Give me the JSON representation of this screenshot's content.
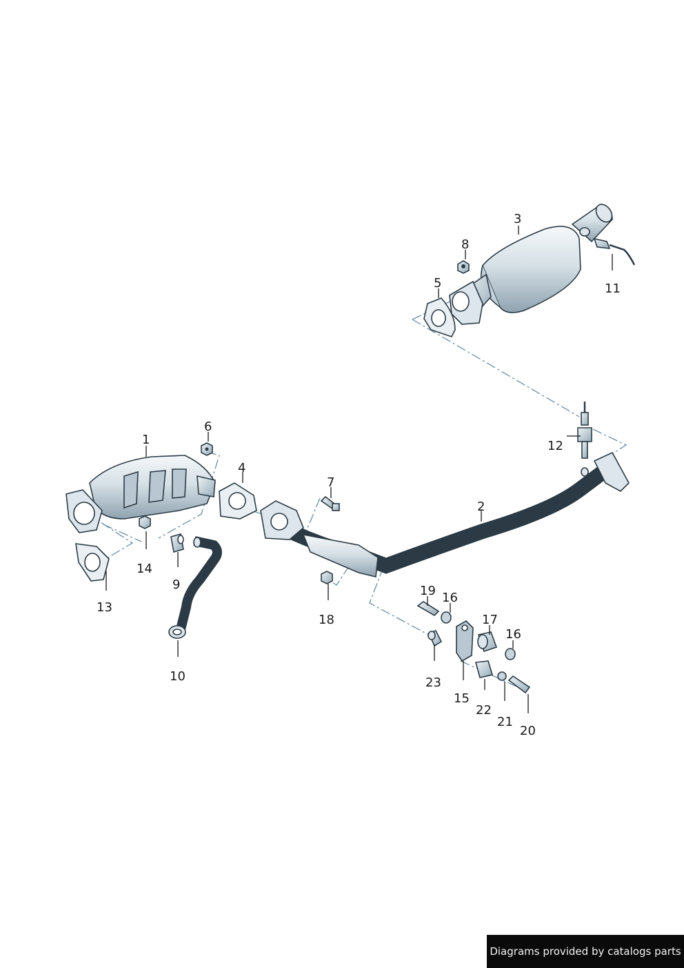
{
  "labels": {
    "p1": "1",
    "p2": "2",
    "p3": "3",
    "p4": "4",
    "p5": "5",
    "p6": "6",
    "p7": "7",
    "p8": "8",
    "p9": "9",
    "p10": "10",
    "p11": "11",
    "p12": "12",
    "p13": "13",
    "p14": "14",
    "p15": "15",
    "p16a": "16",
    "p16b": "16",
    "p17": "17",
    "p18": "18",
    "p19": "19",
    "p20": "20",
    "p21": "21",
    "p22": "22",
    "p23": "23"
  },
  "footer": {
    "text": "Diagrams provided by catalogs parts"
  },
  "colors": {
    "part_fill_light": "#eef3f6",
    "part_fill_dark": "#9fb2bf",
    "outline": "#2b3a44",
    "dashed_line": "#6b8ea6"
  }
}
